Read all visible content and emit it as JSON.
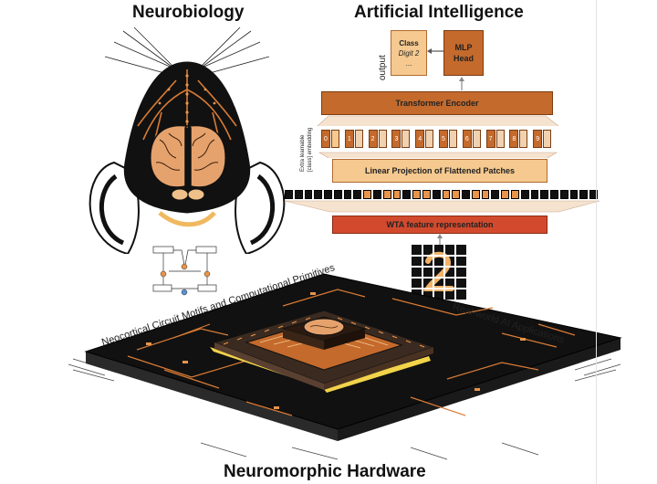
{
  "titles": {
    "neurobiology": "Neurobiology",
    "ai": "Artificial Intelligence",
    "hardware": "Neuromorphic Hardware"
  },
  "vit": {
    "output_label": "output",
    "class_line1": "Class",
    "class_line2": "Digit 2",
    "class_line3": "...",
    "mlp_line1": "MLP",
    "mlp_line2": "Head",
    "transformer": "Transformer Encoder",
    "extra_label_1": "Extra learnable",
    "extra_label_2": "[class] embedding",
    "projection": "Linear Projection of Flattened Patches",
    "wta": "WTA feature representation",
    "patch_indices": [
      "0",
      "1",
      "2",
      "3",
      "4",
      "5",
      "6",
      "7",
      "8",
      "9"
    ]
  },
  "hardware_labels": {
    "left": "Neocortical Circuit Motifs and Computational Primitives",
    "right": "Real-world AI Applications"
  },
  "colors": {
    "orange_dark": "#c46a2c",
    "orange_mid": "#e8a55c",
    "orange_light": "#f5c98f",
    "red": "#d24a2e",
    "black": "#111111",
    "brain": "#e6a26c"
  }
}
